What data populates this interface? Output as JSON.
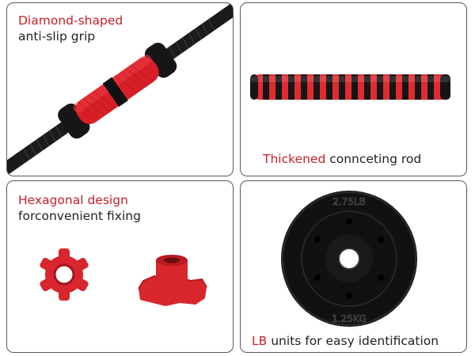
{
  "panels": [
    {
      "highlight": "Diamond-shaped",
      "text": "anti-slip grip"
    },
    {
      "highlight": "Thickened",
      "text": " connceting rod"
    },
    {
      "highlight": "Hexagonal design",
      "text": "forconvenient fixing"
    },
    {
      "highlight": "LB",
      "text": " units for easy identification"
    }
  ],
  "plate": {
    "top_label": "2.75LB",
    "bottom_label": "1.25KG"
  },
  "colors": {
    "accent_red": "#c8202a",
    "foam_red": "#e02a30",
    "black": "#161616",
    "border": "#5a5a5a"
  }
}
